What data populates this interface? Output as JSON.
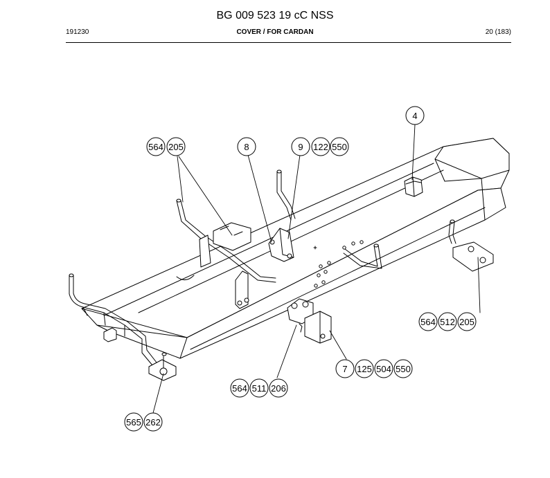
{
  "header": {
    "title": "BG 009 523 19 cC NSS",
    "code": "191230",
    "section": "COVER / FOR CARDAN",
    "page": "20 (183)"
  },
  "callouts": {
    "c4": [
      "4"
    ],
    "c564_205": [
      "564",
      "205"
    ],
    "c8": [
      "8"
    ],
    "c9_122_550": [
      "9",
      "122",
      "550"
    ],
    "c564_512_205": [
      "564",
      "512",
      "205"
    ],
    "c7_125_504_550": [
      "7",
      "125",
      "504",
      "550"
    ],
    "c564_511_206": [
      "564",
      "511",
      "206"
    ],
    "c565_262": [
      "565",
      "262"
    ]
  }
}
